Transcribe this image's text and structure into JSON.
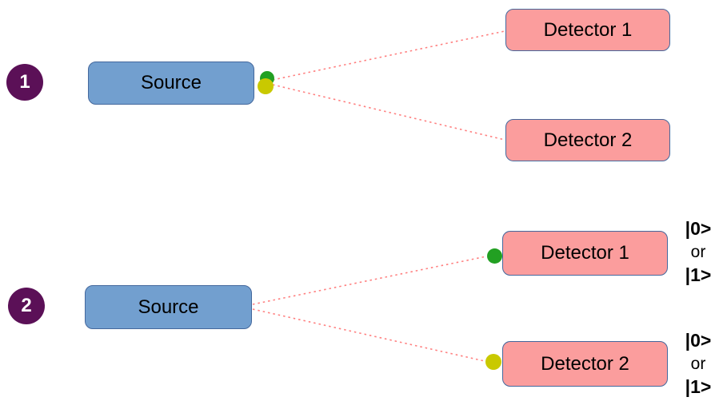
{
  "scenario1": {
    "number": "1",
    "source_label": "Source",
    "detector1_label": "Detector 1",
    "detector2_label": "Detector 2"
  },
  "scenario2": {
    "number": "2",
    "source_label": "Source",
    "detector1_label": "Detector 1",
    "detector2_label": "Detector 2",
    "detector1_states": {
      "state0": "|0>",
      "conjunction": "or",
      "state1": "|1>"
    },
    "detector2_states": {
      "state0": "|0>",
      "conjunction": "or",
      "state1": "|1>"
    }
  },
  "colors": {
    "background": "#FFFFFF",
    "source_fill": "#729FCF",
    "source_border": "#44689D",
    "detector_fill": "#FB9D9D",
    "detector_border": "#44689D",
    "scenario_badge_fill": "#5B1057",
    "scenario_badge_text": "#FFFFFF",
    "beam_line": "#FF8080",
    "photon_green": "#22A022",
    "photon_yellow": "#C9C900"
  },
  "icons": {
    "green_photon_dot": "circle",
    "yellow_photon_dot": "circle"
  }
}
